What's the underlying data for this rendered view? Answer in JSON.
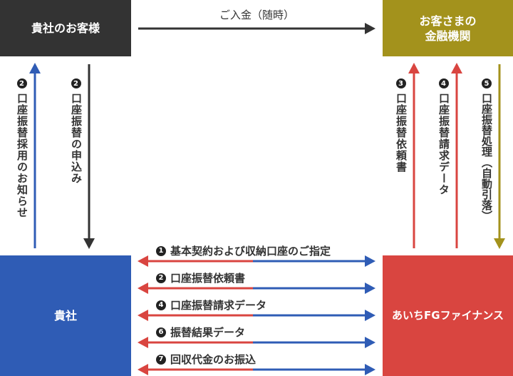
{
  "boxes": {
    "customer": "貴社のお客様",
    "customer_bank": "お客さまの\n金融機関",
    "company": "貴社",
    "finance": "あいちFGファイナンス"
  },
  "top_arrow": "ご入金（随時）",
  "left_vertical": [
    {
      "num": "2",
      "label": "口座振替採用のお知らせ"
    },
    {
      "num": "2",
      "label": "口座振替の申込み"
    }
  ],
  "right_vertical": [
    {
      "num": "3",
      "label": "口座振替依頼書"
    },
    {
      "num": "4",
      "label": "口座振替請求データ"
    },
    {
      "num": "5",
      "label": "口座振替処理（自動引落）"
    }
  ],
  "flows": [
    {
      "num": "1",
      "label": "基本契約および収納口座のご指定"
    },
    {
      "num": "2",
      "label": "口座振替依頼書"
    },
    {
      "num": "4",
      "label": "口座振替請求データ"
    },
    {
      "num": "6",
      "label": "振替結果データ"
    },
    {
      "num": "7",
      "label": "回収代金のお振込"
    }
  ],
  "colors": {
    "dark": "#333333",
    "olive": "#a3921c",
    "blue": "#2f5cb5",
    "red": "#d94540"
  }
}
